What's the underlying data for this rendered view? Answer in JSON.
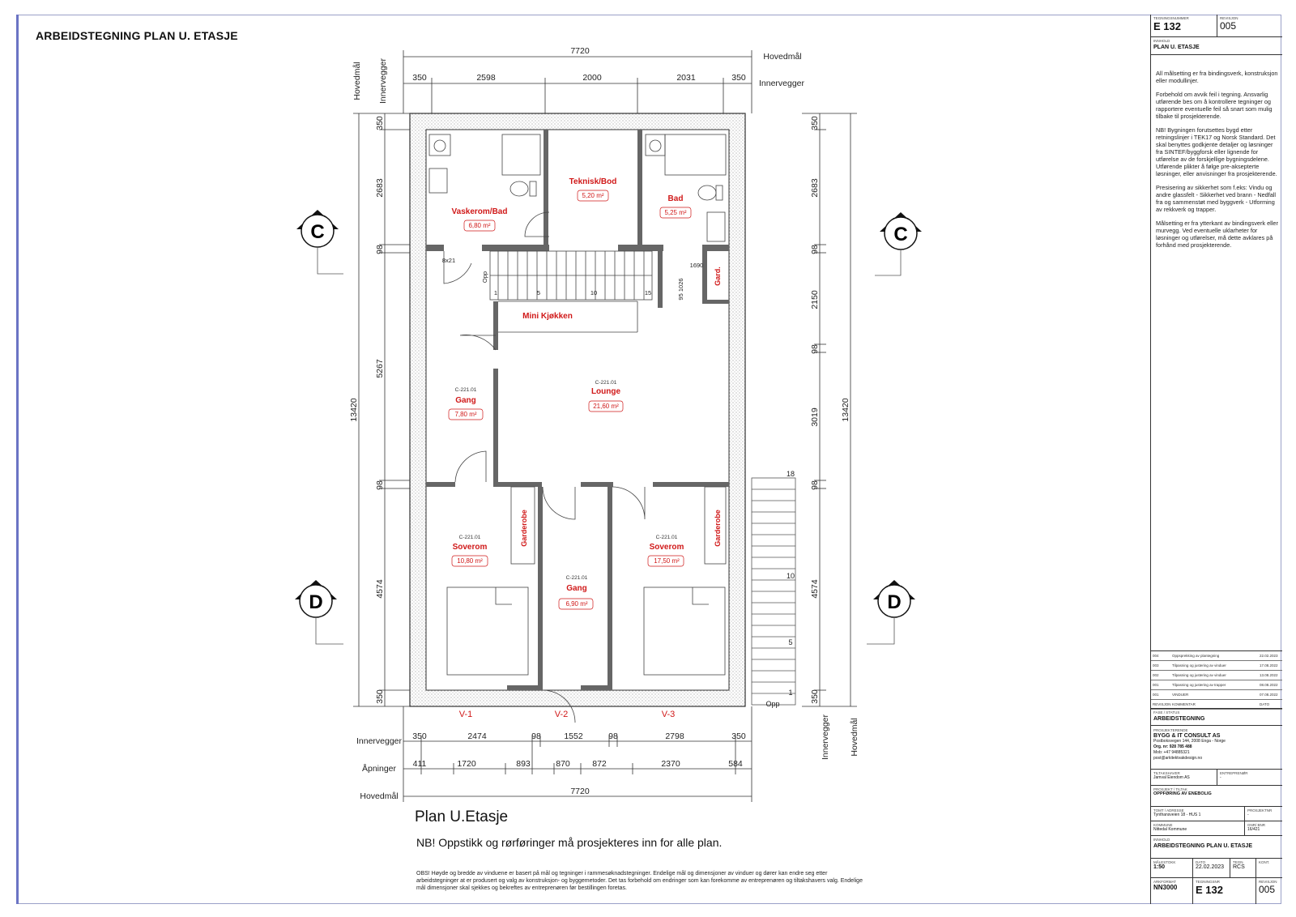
{
  "sheet": {
    "title": "ARBEIDSTEGNING PLAN U. ETASJE",
    "plan_title": "Plan U.Etasje",
    "plan_note": "NB! Oppstikk og rørføringer må prosjekteres inn for alle plan.",
    "obs_note": "OBS! Høyde og bredde av vinduene er basert på mål og tegninger i rammesøknadstegninger. Endelige mål og dimensjoner av vinduer og dører kan endre seg etter arbeidstegninger at er produsert og valg av konstruksjon- og byggemetoder. Det tas forbehold om endringer som kan forekomme av entreprenøren og tiltakshavers valg. Endelige mål dimensjoner skal sjekkes og bekreftes av entreprenøren før bestillingen foretas."
  },
  "dimensions": {
    "top_total": "7720",
    "top_total_label": "Hovedmål",
    "top_inner": [
      "350",
      "2598",
      "2000",
      "2031",
      "350"
    ],
    "top_inner_label": "Innervegger",
    "left_vert_labels": [
      "Hovedmål",
      "Innervegger"
    ],
    "left_total": "13420",
    "left_inner": [
      "350",
      "2683",
      "98",
      "5267",
      "98",
      "4574",
      "350"
    ],
    "right_total": "13420",
    "right_inner": [
      "350",
      "2683",
      "98",
      "2150",
      "98",
      "3019",
      "98",
      "4574",
      "350"
    ],
    "right_vert_labels": [
      "Innervegger",
      "Hovedmål"
    ],
    "bottom_inner_label": "Innervegger",
    "bottom_inner": [
      "350",
      "2474",
      "98",
      "1552",
      "98",
      "2798",
      "350"
    ],
    "bottom_openings_label": "Åpninger",
    "bottom_openings": [
      "411",
      "1720",
      "893",
      "870",
      "872",
      "2370",
      "584"
    ],
    "bottom_total_label": "Hovedmål",
    "bottom_total": "7720"
  },
  "sections": {
    "c": "C",
    "d": "D"
  },
  "windows": [
    "V-1",
    "V-2",
    "V-3"
  ],
  "rooms": {
    "vaskerom": {
      "name": "Vaskerom/Bad",
      "area": "6,80 m²"
    },
    "teknisk": {
      "name": "Teknisk/Bod",
      "area": "5,20 m²"
    },
    "bad": {
      "name": "Bad",
      "area": "5,25 m²"
    },
    "kjokken": {
      "name": "Mini Kjøkken"
    },
    "gang1": {
      "code": "C-221.01",
      "name": "Gang",
      "area": "7,80 m²"
    },
    "lounge": {
      "code": "C-221.01",
      "name": "Lounge",
      "area": "21,60 m²"
    },
    "garderobe_top": {
      "name": "Gard."
    },
    "soverom1": {
      "code": "C-221.01",
      "name": "Soverom",
      "area": "10,80 m²"
    },
    "garderobe1": {
      "name": "Garderobe"
    },
    "gang2": {
      "code": "C-221.01",
      "name": "Gang",
      "area": "6,90 m²"
    },
    "soverom2": {
      "code": "C-221.01",
      "name": "Soverom",
      "area": "17,50 m²"
    },
    "garderobe2": {
      "name": "Garderobe"
    }
  },
  "labels": {
    "door_8x21": "8x21",
    "stair_up": "Opp",
    "stair_dim": "1690",
    "stair_dim2": "95 1026",
    "stair_steps": [
      "1",
      "5",
      "10",
      "15"
    ],
    "ext_stair_steps": [
      "18",
      "10",
      "5",
      "1"
    ],
    "ext_stair_up": "Opp"
  },
  "titleblock": {
    "drawing_no_label": "TEGNINGSNUMMER",
    "drawing_no": "E 132",
    "revision_label": "REVISJON",
    "revision": "005",
    "content_label": "INNHOLD",
    "content": "PLAN U. ETASJE",
    "notes": [
      "All målsetting er fra bindingsverk, konstruksjon eller modullinjer.",
      "Forbehold om avvik feil i tegning. Ansvarlig utførende bes om å kontrollere tegninger og rapportere eventuelle feil så snart som mulig tilbake til prosjekterende.",
      "NB! Bygningen forutsettes bygd etter retningslinjer i TEK17 og Norsk Standard. Det skal benyttes godkjente detaljer og løsninger fra SINTEF/byggforsk eller lignende for utførelse av de forskjellige bygningsdelene. Utførende plikter å følge pre-aksepterte løsninger, eller anvisninger fra prosjekterende.",
      "Presisering av sikkerhet som f.eks: Vindu og andre glassfelt - Sikkerhet ved brann - Nedfall fra og sammenstøt med byggverk - Utforming av rekkverk og trapper.",
      "Målsetting er fra ytterkant av bindingsverk eller murvegg. Ved eventuelle uklarheter for løsninger og utførelser, må dette avklares på forhånd med prosjekterende."
    ],
    "revisions": [
      {
        "rev": "004",
        "text": "Oppsprekking av plantegning",
        "date": "22.02.2023"
      },
      {
        "rev": "003",
        "text": "Tilpasning og justering av vinduer",
        "date": "17.08.2022"
      },
      {
        "rev": "002",
        "text": "Tilpasning og justering av vinduer",
        "date": "13.08.2022"
      },
      {
        "rev": "001",
        "text": "Tilpasning og justering av trapper",
        "date": "08.08.2022"
      },
      {
        "rev": "001",
        "text": "VINDUER",
        "date": "07.08.2022"
      },
      {
        "rev": "REVISJON",
        "text": "KOMMENTAR",
        "date": "DATO"
      }
    ],
    "phase_label": "FASE / STATUS",
    "phase": "ARBEIDSTEGNING",
    "designer_label": "PROSJEKTERENDE",
    "designer": "BYGG & IT CONSULT AS",
    "designer_addr": "Postboksvegen 144, 2008 Enga - Norge",
    "designer_org": "Org. nr: 928 785 488",
    "designer_phone": "Mob: +47 94885321",
    "designer_email": "post@arkitektvakdesign.no",
    "client_label": "TILTAKSHAVER",
    "client": "Jamval Eiendom AS",
    "contractor_label": "ENTREPRENØR",
    "contractor": "-",
    "project_label": "PROSJEKT / TILTAK",
    "project": "OPPFØRING AV ENEBOLIG",
    "site_label": "TOMT / ADRESSE",
    "site": "Tynthansveien 18 - HUS 1",
    "projno_label": "PROSJEKTNR",
    "projno": "-",
    "municipality_label": "KOMMUNE",
    "municipality": "Nittedal Kommune",
    "gnrbnr_label": "GNR/ BNR",
    "gnrbnr": "16/421",
    "content2_label": "INNHOLD",
    "content2": "ARBEIDSTEGNING PLAN U. ETASJE",
    "scale_label": "MÅLESTOKK",
    "scale": "1:50",
    "date_label": "DATO",
    "date": "22.02.2023",
    "drawn_label": "TEGN.",
    "drawn": "RCS",
    "ctrl_label": "KONT.",
    "ctrl": "",
    "format_label": "ARKFORMAT",
    "format": "NN3000",
    "drawing_no2_label": "TEGNINGSNR",
    "drawing_no2": "E 132",
    "revision2_label": "REVISJON",
    "revision2": "005"
  },
  "colors": {
    "room_label": "#d01818",
    "wall": "#555555",
    "line": "#333333",
    "frame_accent": "#6b74c4"
  }
}
